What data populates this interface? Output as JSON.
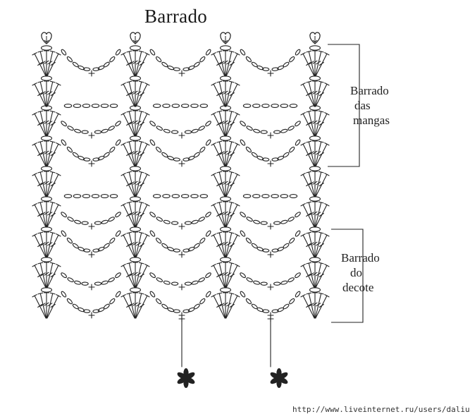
{
  "title": "Barrado",
  "labels": {
    "mangas": [
      "Barrado",
      "das",
      "mangas"
    ],
    "decote": [
      "Barrado",
      "do",
      "decote"
    ]
  },
  "url": "http://www.liveinternet.ru/users/daliute/",
  "colors": {
    "ink": "#222222",
    "background": "#ffffff"
  },
  "symbols": {
    "top_marker": "heart-ring-icon",
    "start_marker": "asterisk-icon"
  }
}
